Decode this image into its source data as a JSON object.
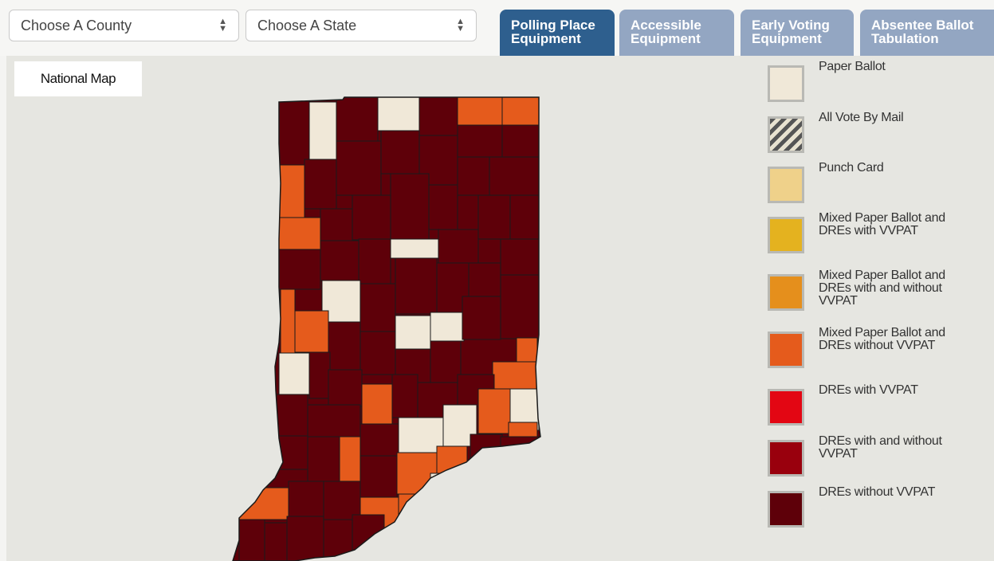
{
  "filters": {
    "county_select": "Choose A County",
    "state_select": "Choose A State"
  },
  "tabs": [
    {
      "line1": "Polling Place",
      "line2": "Equipment",
      "active": true
    },
    {
      "line1": "Accessible",
      "line2": "Equipment",
      "active": false
    },
    {
      "line1": "Early Voting",
      "line2": "Equipment",
      "active": false
    },
    {
      "line1": "Absentee Ballot",
      "line2": "Tabulation",
      "active": false
    }
  ],
  "colors": {
    "tab_active": "#2e5f8e",
    "tab_inactive": "#93a6c2",
    "paper_ballot": "#f0e8d8",
    "punch_card": "#efd18a",
    "mixed_vvpat": "#e4b21f",
    "mixed_with_without": "#e58f1c",
    "mixed_without": "#e55b1c",
    "dre_vvpat": "#e30613",
    "dre_with_without": "#99000d",
    "dre_without": "#5e0009",
    "county_border": "#1a1a1a"
  },
  "national_map_button": "National Map",
  "legend": [
    {
      "label": "Paper Ballot",
      "color": "#f0e8d8",
      "pattern": "none"
    },
    {
      "label": "All Vote By Mail",
      "color": "#555555",
      "pattern": "stripes"
    },
    {
      "label": "Punch Card",
      "color": "#efd18a",
      "pattern": "none"
    },
    {
      "label": "Mixed Paper Ballot and DREs with VVPAT",
      "color": "#e4b21f",
      "pattern": "none"
    },
    {
      "label": "Mixed Paper Ballot and DREs with and without VVPAT",
      "color": "#e58f1c",
      "pattern": "none"
    },
    {
      "label": "Mixed Paper Ballot and DREs without VVPAT",
      "color": "#e55b1c",
      "pattern": "none"
    },
    {
      "label": "DREs with VVPAT",
      "color": "#e30613",
      "pattern": "none"
    },
    {
      "label": "DREs with and without VVPAT",
      "color": "#99000d",
      "pattern": "none"
    },
    {
      "label": "DREs without VVPAT",
      "color": "#5e0009",
      "pattern": "none"
    }
  ],
  "map": {
    "region": "Indiana",
    "county_categories": {
      "paper_ballot": 11,
      "mixed_without_vvpat": 14,
      "dre_without_vvpat": 67
    }
  }
}
